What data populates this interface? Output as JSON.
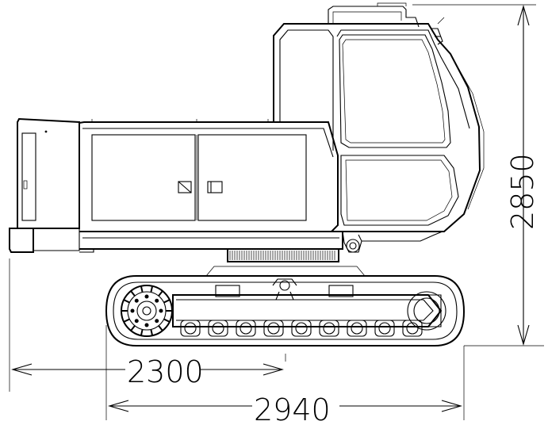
{
  "dimensions": {
    "height": "2850",
    "tail_width": "2300",
    "overall_length": "2940"
  },
  "colors": {
    "line": "#000000",
    "background": "#ffffff"
  }
}
